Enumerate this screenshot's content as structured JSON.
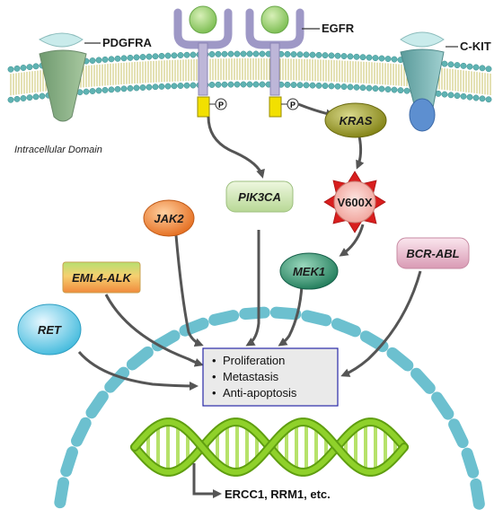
{
  "receptors": {
    "pdgfra": "PDGFRA",
    "egfr": "EGFR",
    "ckit": "C-KIT"
  },
  "membrane_caption": "Intracellular Domain",
  "phospho_symbol": "P",
  "nodes": {
    "kras": "KRAS",
    "v600x": "V600X",
    "pik3ca": "PIK3CA",
    "jak2": "JAK2",
    "mek1": "MEK1",
    "bcr_abl": "BCR-ABL",
    "eml4_alk": "EML4-ALK",
    "ret": "RET"
  },
  "outcomes": {
    "bullet": "•",
    "items": [
      "Proliferation",
      "Metastasis",
      "Anti-apoptosis"
    ]
  },
  "dna_genes": "ERCC1, RRM1, etc.",
  "colors": {
    "membrane_head": "#5fb3b3",
    "membrane_tail": "#c8c36a",
    "receptor_egfr": "#bdb6d8",
    "ligand": "#9fcf7a",
    "tk_domain": "#f2e000",
    "kras": "#9a9a1e",
    "v600x_star": "#d81e1e",
    "v600x_core": "#f4b8b0",
    "pik3ca": "#cfe3b2",
    "jak2": "#f08a3c",
    "mek1": "#2f8f6d",
    "bcr_abl": "#e9b8ca",
    "eml4_alk": "#f2c06a",
    "ret": "#7fd1e8",
    "nucleus_dash": "#6cc0cf",
    "dna": "#8fd12a",
    "arrow": "#555555"
  }
}
